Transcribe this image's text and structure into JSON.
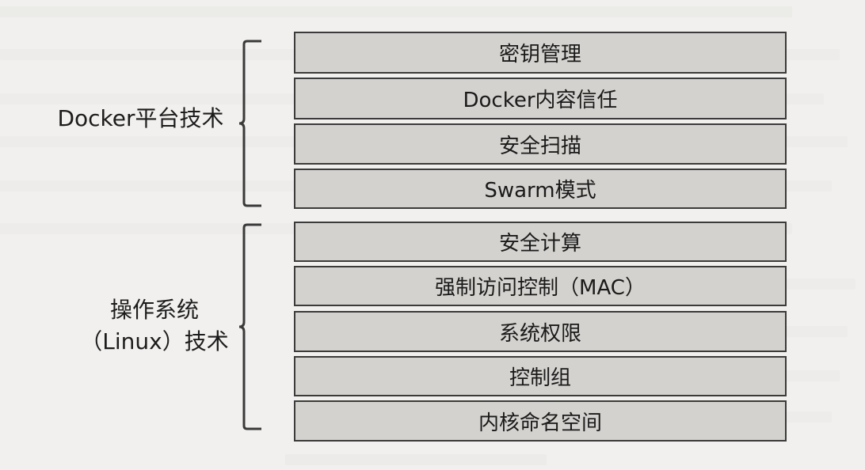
{
  "groups": {
    "platform": {
      "label": "Docker平台技术"
    },
    "os": {
      "label_line1": "操作系统",
      "label_line2": "（Linux）技术"
    }
  },
  "layers": [
    {
      "label": "密钥管理"
    },
    {
      "label": "Docker内容信任"
    },
    {
      "label": "安全扫描"
    },
    {
      "label": "Swarm模式"
    },
    {
      "label": "安全计算"
    },
    {
      "label": "强制访问控制（MAC）"
    },
    {
      "label": "系统权限"
    },
    {
      "label": "控制组"
    },
    {
      "label": "内核命名空间"
    }
  ],
  "colors": {
    "background": "#f1f0ee",
    "layer_fill": "#d4d2cf",
    "layer_border": "#3b3b3b"
  }
}
